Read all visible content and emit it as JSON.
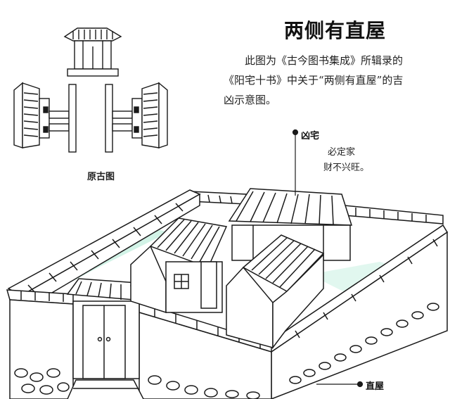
{
  "title": "两侧有直屋",
  "description": {
    "line1": "此图为《古今图书集成》所辑录的",
    "line2": "《阳宅十书》中关于“两侧有直屋”的吉",
    "line3": "凶示意图。"
  },
  "caption": "原古图",
  "callouts": {
    "bad_house": "凶宅",
    "note_line1": "必定家",
    "note_line2": "财不兴旺。",
    "straight_house": "直屋"
  },
  "colors": {
    "ink": "#1a1a1a",
    "wall_highlight": "#9de0c8"
  }
}
